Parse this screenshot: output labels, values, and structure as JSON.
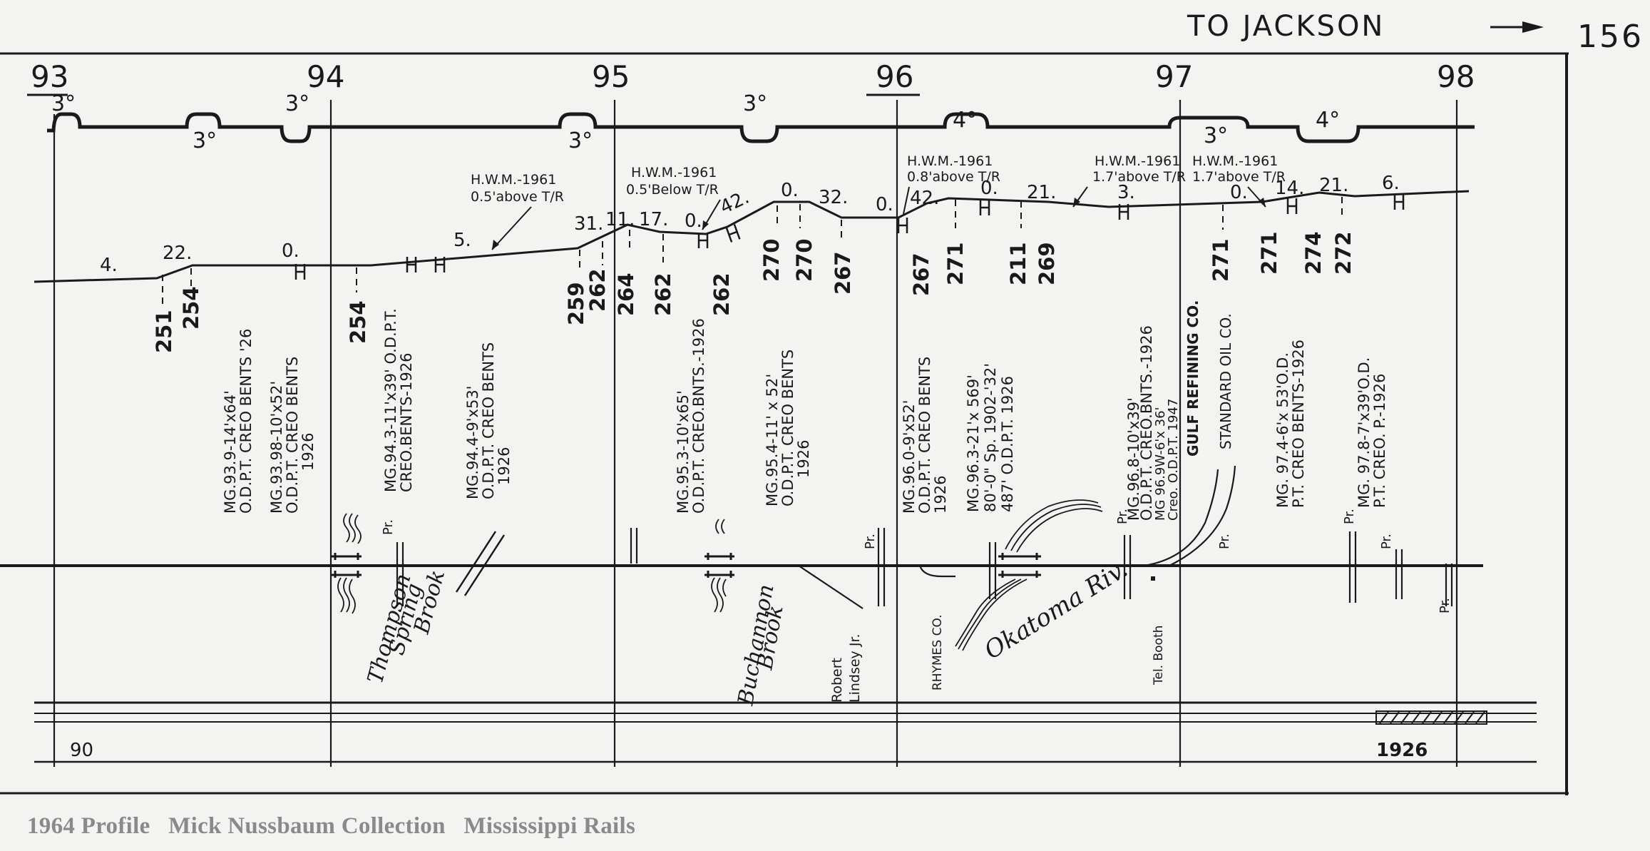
{
  "header": {
    "direction_label": "TO JACKSON",
    "page_number": "156"
  },
  "mileposts": [
    "93",
    "94",
    "95",
    "96",
    "97",
    "98"
  ],
  "curves": {
    "top_row": [
      "3°",
      "3°",
      "3°",
      "4°",
      "3°"
    ],
    "bottom_row": [
      "3°",
      "3°",
      "4°"
    ]
  },
  "grades": [
    "4.",
    "22.",
    "0.",
    "5.",
    "31.",
    "11.",
    "17.",
    "0.",
    "42.",
    "0.",
    "32.",
    "0.",
    "42.",
    "0.",
    "21.",
    "3.",
    "0.",
    "14.",
    "21.",
    "6."
  ],
  "elevations": [
    "251",
    "254",
    "254",
    "259",
    "262",
    "264",
    "262",
    "262",
    "270",
    "270",
    "267",
    "267",
    "271",
    "211",
    "269",
    "271",
    "271",
    "274",
    "272"
  ],
  "high_water_marks": [
    {
      "label": "H.W.M.-1961",
      "note": "0.5'above T/R"
    },
    {
      "label": "H.W.M.-1961",
      "note": "0.5'Below T/R"
    },
    {
      "label": "H.W.M.-1961",
      "note": "0.8'above T/R"
    },
    {
      "label": "H.W.M.-1961",
      "note": "1.7'above T/R"
    },
    {
      "label": "H.W.M.-1961",
      "note": "1.7'above T/R"
    }
  ],
  "bridges": [
    {
      "lines": [
        "MG.93.9-14'x64'",
        "O.D.P.T. CREO BENTS '26"
      ]
    },
    {
      "lines": [
        "MG.93.98-10'x52'",
        "O.D.P.T. CREO BENTS",
        "1926"
      ]
    },
    {
      "lines": [
        "MG.94.3-11'x39' O.D.P.T.",
        "CREO.BENTS-1926"
      ]
    },
    {
      "lines": [
        "MG.94.4-9'x53'",
        "O.D.P.T. CREO BENTS",
        "1926"
      ]
    },
    {
      "lines": [
        "MG.95.3-10'x65'",
        "O.D.P.T. CREO.BNTS.-1926"
      ]
    },
    {
      "lines": [
        "MG.95.4-11' x 52'",
        "O.D.P.T. CREO BENTS",
        "1926"
      ]
    },
    {
      "lines": [
        "MG.96.0-9'x52'",
        "O.D.P.T. CREO BENTS",
        "1926"
      ]
    },
    {
      "lines": [
        "MG.96.3-21'x 569'",
        "80'-0\" Sp. 1902-'32'",
        "487' O.D.P.T. 1926"
      ]
    },
    {
      "lines": [
        "MG.96.8-10'x39'",
        "O.D.P.T. CREO.BNTS.-1926",
        "MG 96.9W-6'x 36'",
        "Creo. O.D.P.T. 1947"
      ]
    },
    {
      "lines": [
        "MG. 97.4-6'x 53'O.D.",
        "P.T. CREO BENTS-1926"
      ]
    },
    {
      "lines": [
        "MG. 97.8-7'x39'O.D.",
        "P.T. CREO. P.-1926"
      ]
    }
  ],
  "streams": [
    "Thompson",
    "Spring",
    "Brook",
    "Buchannon",
    "Brook",
    "Okatoma Riv."
  ],
  "sidings": [
    "GULF REFINING CO.",
    "STANDARD OIL CO.",
    "RHYMES CO.",
    "Robert",
    "Lindsey Jr.",
    "Tel. Booth"
  ],
  "private_crossing_label": "Pr.",
  "rail_band": {
    "left_label": "90",
    "right_label": "1926"
  },
  "caption": "1964 Profile   Mick Nussbaum Collection   Mississippi Rails"
}
